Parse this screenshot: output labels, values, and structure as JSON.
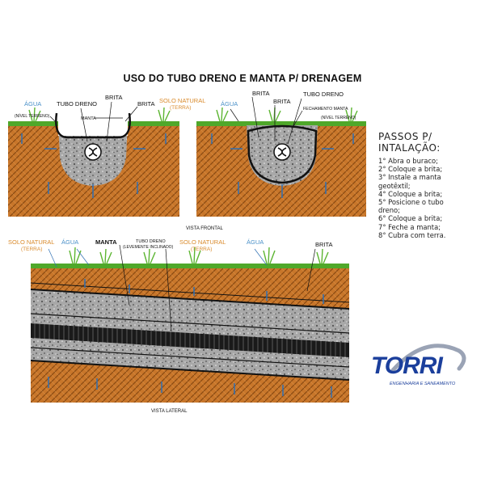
{
  "title": "USO DO TUBO DRENO E MANTA P/ DRENAGEM",
  "labels": {
    "agua": "ÁGUA",
    "nivel_terreno": "(NÍVEL TERRENO)",
    "tubo_dreno": "TUBO DRENO",
    "brita": "BRITA",
    "manta": "MANTA",
    "solo_natural": "SOLO NATURAL",
    "terra": "(TERRA)",
    "fechamento_manta": "FECHAMENTO MANTA",
    "tubo_dreno_lateral": "TUBO DRENO",
    "levemente_inclinado": "(LEVEMENTE INCLINADO)",
    "vista_frontal": "VISTA FRONTAL",
    "vista_lateral": "VISTA LATERAL"
  },
  "steps": {
    "heading_line1": "PASSOS P/",
    "heading_line2": "INTALAÇÃO:",
    "lines": [
      "1° Abra o buraco;",
      "2° Coloque a brita;",
      "3° Instale a manta",
      "geotêxtil;",
      "4° Coloque a brita;",
      "5° Posicione o tubo",
      "dreno;",
      "6° Coloque a brita;",
      "7° Feche a manta;",
      "8° Cubra com terra."
    ]
  },
  "logo": {
    "name": "TORRI",
    "subtitle": "ENGENHARIA E SANEAMENTO"
  },
  "colors": {
    "soil": "#c8762a",
    "soil_dark": "#8a4a12",
    "grass": "#4fa82a",
    "gravel": "#9a9a9a",
    "water": "#2f6fb3",
    "solo_label": "#d98a2b",
    "agua_label": "#4a90c8",
    "logo_blue": "#1b3f9c"
  }
}
